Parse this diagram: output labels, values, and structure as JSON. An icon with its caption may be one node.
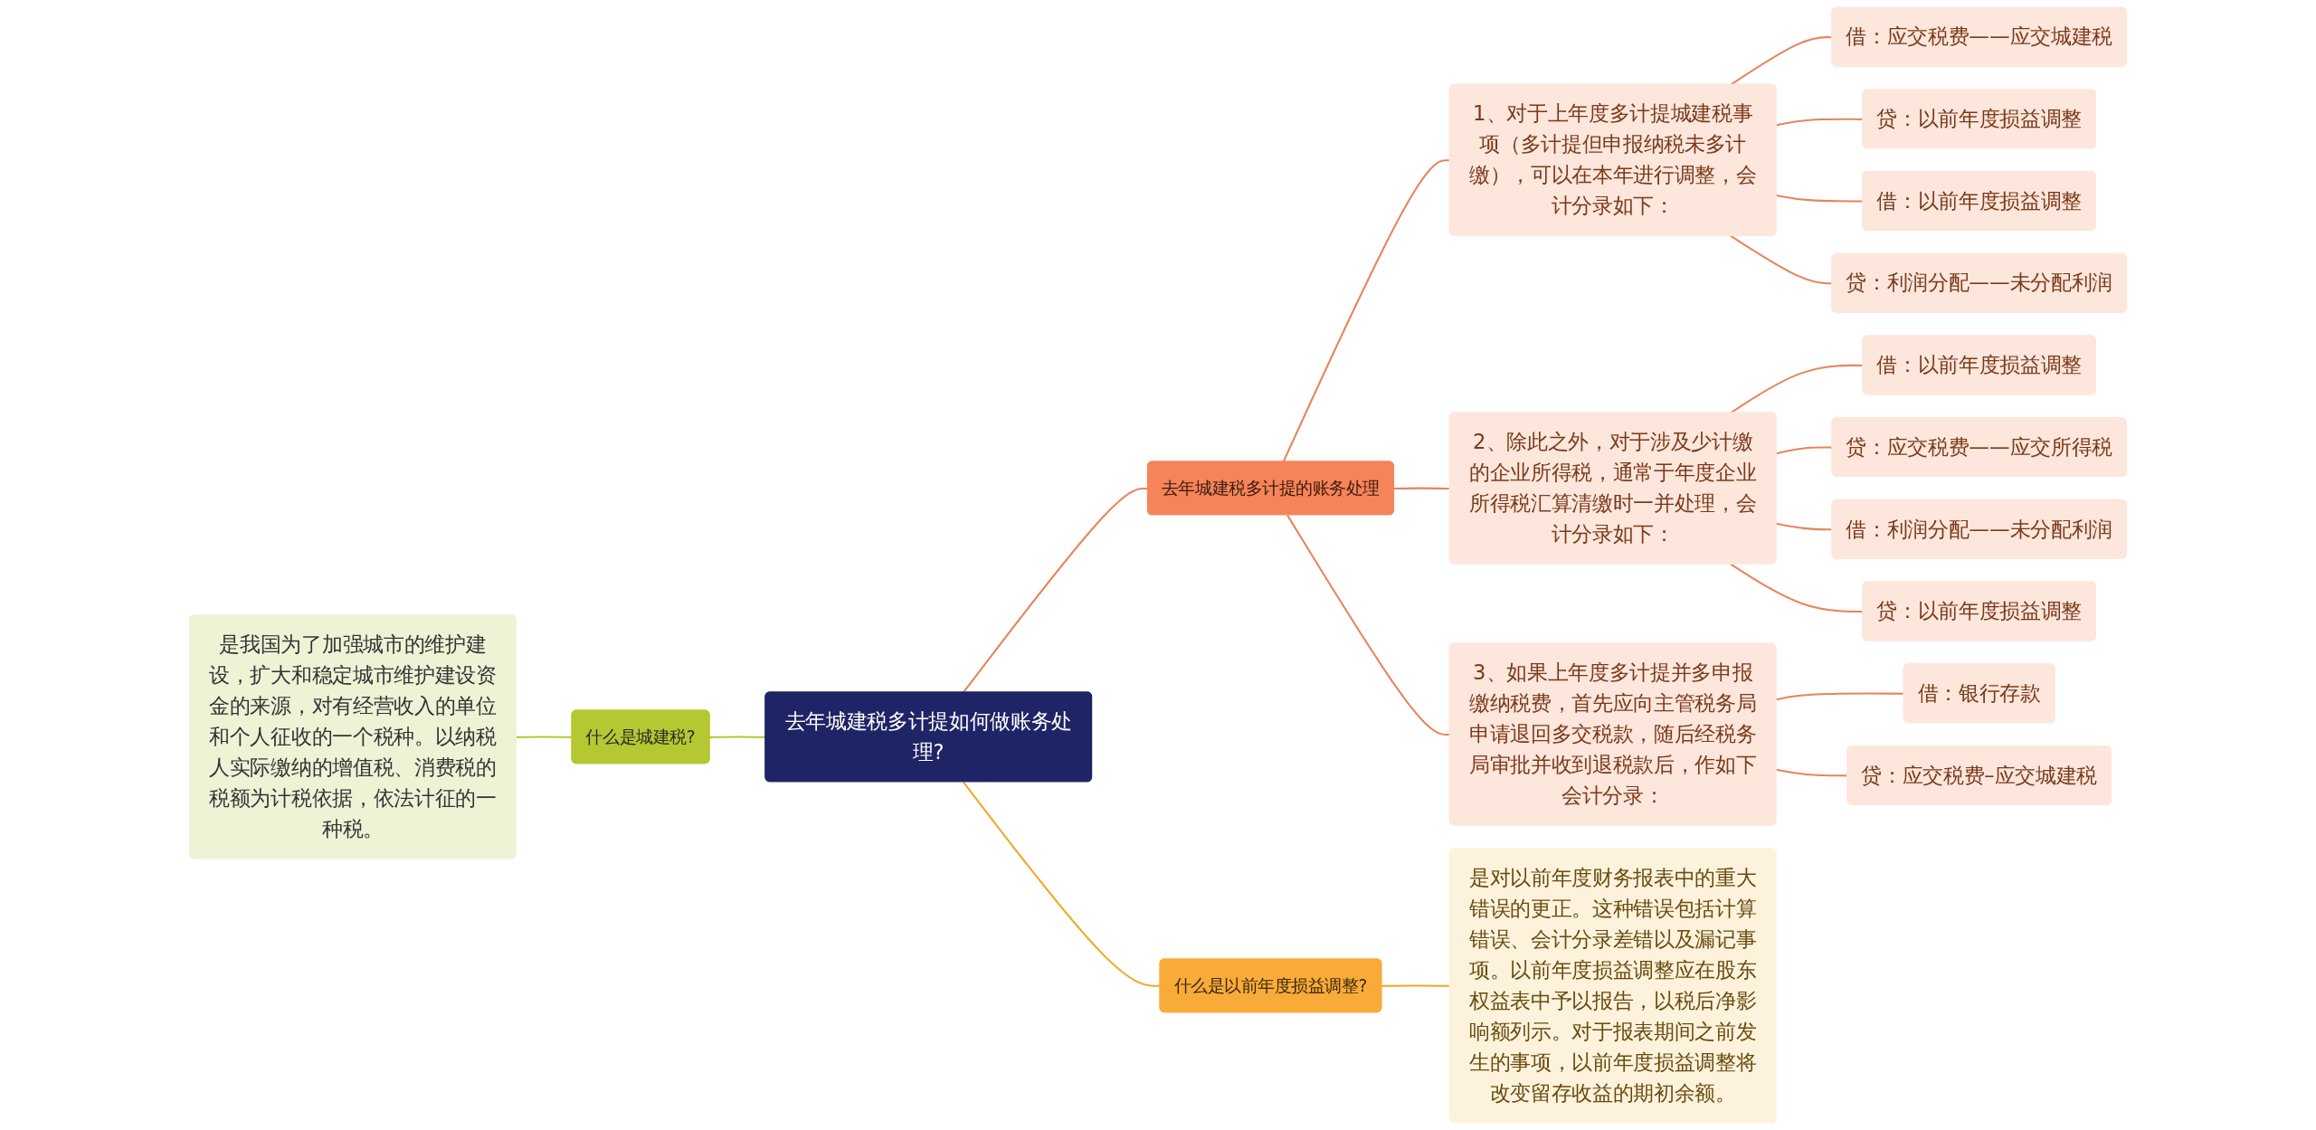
{
  "diagram": {
    "nodes": [
      {
        "text": [
          "去年城建税多计提如何做账务处理?"
        ]
      },
      {
        "text": [
          "什么是城建税?"
        ]
      },
      {
        "text": [
          "是我国为了加强城市的维护建设，扩大和稳定城市维护建设资金的来源，对有经营收入的单位和个人征收的一个税种。以纳税人实际缴纳的增值税、消费税的税额为计税依据，依法计征的一种税。"
        ]
      },
      {
        "text": [
          "去年城建税多计提的账务处理"
        ]
      },
      {
        "text": [
          "1、对于上年度多计提城建税事项（多计提但申报纳税未多计缴），可以在本年进行调整，会计分录如下："
        ]
      },
      {
        "text": [
          "借：应交税费——应交城建税"
        ]
      },
      {
        "text": [
          "贷：以前年度损益调整"
        ]
      },
      {
        "text": [
          "借：以前年度损益调整"
        ]
      },
      {
        "text": [
          "贷：利润分配——未分配利润"
        ]
      },
      {
        "text": [
          "2、除此之外，对于涉及少计缴的企业所得税，通常于年度企业所得税汇算清缴时一并处理，会计分录如下："
        ]
      },
      {
        "text": [
          "借：以前年度损益调整"
        ]
      },
      {
        "text": [
          "贷：应交税费——应交所得税"
        ]
      },
      {
        "text": [
          "借：利润分配——未分配利润"
        ]
      },
      {
        "text": [
          "贷：以前年度损益调整"
        ]
      },
      {
        "text": [
          "3、如果上年度多计提并多申报缴纳税费，首先应向主管税务局申请退回多交税款，随后经税务局审批并收到退税款后，作如下会计分录："
        ]
      },
      {
        "text": [
          "借：银行存款"
        ]
      },
      {
        "text": [
          "贷：应交税费–应交城建税"
        ]
      },
      {
        "text": [
          "什么是以前年度损益调整?"
        ]
      },
      {
        "text": [
          "是对以前年度财务报表中的重大错误的更正。这种错误包括计算错误、会计分录差错以及漏记事项。以前年度损益调整应在股东权益表中予以报告，以税后净影响额列示。对于报表期间之前发生的事项，以前年度损益调整将改变留存收益的期初余额。"
        ]
      }
    ],
    "edges": [
      {
        "from": 2,
        "to": 1,
        "arrow": "none",
        "color": "#b5c832"
      },
      {
        "from": 1,
        "to": 0,
        "arrow": "none",
        "color": "#b5c832"
      },
      {
        "from": 0,
        "to": 3,
        "arrow": "none"
      },
      {
        "from": 3,
        "to": 4,
        "arrow": "none"
      },
      {
        "from": 4,
        "to": 5,
        "arrow": "none"
      },
      {
        "from": 4,
        "to": 6,
        "arrow": "none"
      },
      {
        "from": 4,
        "to": 7,
        "arrow": "none"
      },
      {
        "from": 4,
        "to": 8,
        "arrow": "none"
      },
      {
        "from": 3,
        "to": 9,
        "arrow": "none"
      },
      {
        "from": 9,
        "to": 10,
        "arrow": "none"
      },
      {
        "from": 9,
        "to": 11,
        "arrow": "none"
      },
      {
        "from": 9,
        "to": 12,
        "arrow": "none"
      },
      {
        "from": 9,
        "to": 13,
        "arrow": "none"
      },
      {
        "from": 3,
        "to": 14,
        "arrow": "none"
      },
      {
        "from": 14,
        "to": 15,
        "arrow": "none"
      },
      {
        "from": 14,
        "to": 16,
        "arrow": "none"
      },
      {
        "from": 0,
        "to": 17,
        "arrow": "none",
        "color": "#f5a623"
      },
      {
        "from": 17,
        "to": 18,
        "arrow": "none",
        "color": "#f5a623"
      }
    ]
  }
}
